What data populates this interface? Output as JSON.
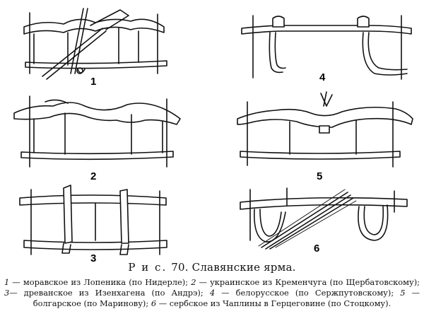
{
  "figure": {
    "labels": [
      "1",
      "2",
      "3",
      "4",
      "5",
      "6"
    ]
  },
  "caption": {
    "prefix": "Р и с.",
    "title": "70. Славянские ярма."
  },
  "legend": [
    {
      "num": "1",
      "text": " — моравское из Лопеника (по Нидерле); "
    },
    {
      "num": "2",
      "text": " — украинское из Кременчуга (по Щербатовскому); "
    },
    {
      "num": "3",
      "text": "— древанское из Изенхагена (по Андрэ); "
    },
    {
      "num": "4",
      "text": " — белорусское (по Сержпутовскому); "
    },
    {
      "num": "5",
      "text": " — болгарское (по Маринову); "
    },
    {
      "num": "6",
      "text": " — сербское из Чаплины в Герцеговине (по Стоцкому)."
    }
  ]
}
